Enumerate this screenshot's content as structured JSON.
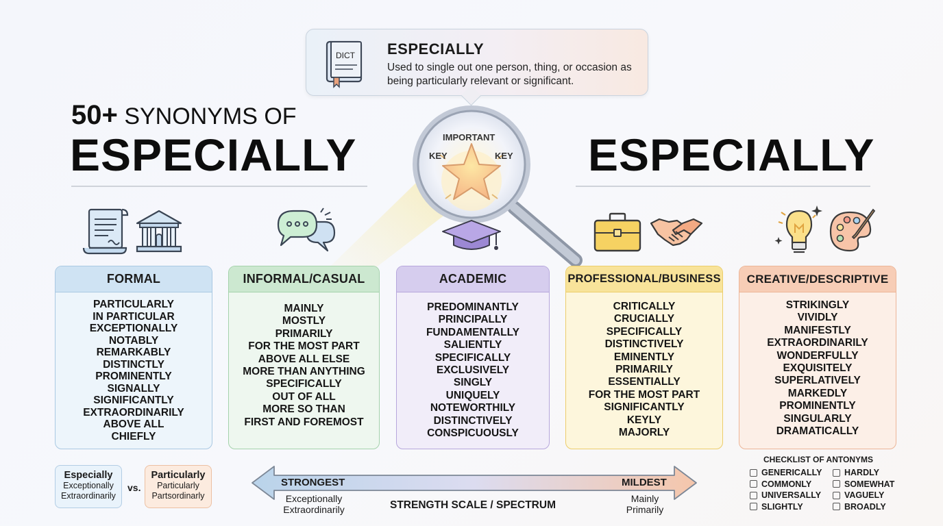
{
  "definition": {
    "icon_label": "DICT",
    "word": "ESPECIALLY",
    "text": "Used to single out one person, thing, or occasion as being particularly relevant or significant."
  },
  "title": {
    "count": "50+",
    "prefix": "SYNONYMS OF",
    "main_word": "ESPECIALLY",
    "right_word": "ESPECIALLY"
  },
  "magnifier": {
    "top_label": "IMPORTANT",
    "left_label": "KEY",
    "right_label": "KEY"
  },
  "icons": {
    "formal": [
      "scroll-document-icon",
      "government-building-icon"
    ],
    "informal": [
      "speech-bubbles-icon"
    ],
    "academic": [
      "graduation-cap-icon"
    ],
    "professional": [
      "briefcase-icon",
      "handshake-icon"
    ],
    "creative": [
      "lightbulb-icon",
      "paint-palette-icon"
    ]
  },
  "categories": [
    {
      "name": "FORMAL",
      "color_head": "#cfe3f3",
      "color_body": "#edf5fb",
      "color_border": "#a9c8e2",
      "words": [
        "PARTICULARLY",
        "IN PARTICULAR",
        "EXCEPTIONALLY",
        "NOTABLY",
        "REMARKABLY",
        "DISTINCTLY",
        "PROMINENTLY",
        "SIGNALLY",
        "SIGNIFICANTLY",
        "EXTRAORDINARILY",
        "ABOVE ALL",
        "CHIEFLY"
      ]
    },
    {
      "name": "INFORMAL/CASUAL",
      "color_head": "#cce8d0",
      "color_body": "#eef7ef",
      "color_border": "#a4d2ab",
      "words": [
        "MAINLY",
        "MOSTLY",
        "PRIMARILY",
        "FOR THE MOST PART",
        "ABOVE ALL ELSE",
        "MORE THAN ANYTHING",
        "SPECIFICALLY",
        "OUT OF ALL",
        "MORE SO THAN",
        "FIRST AND FOREMOST"
      ]
    },
    {
      "name": "ACADEMIC",
      "color_head": "#d6cdee",
      "color_body": "#f1edf9",
      "color_border": "#b6a6dc",
      "words": [
        "PREDOMINANTLY",
        "PRINCIPALLY",
        "FUNDAMENTALLY",
        "SALIENTLY",
        "SPECIFICALLY",
        "EXCLUSIVELY",
        "SINGLY",
        "UNIQUELY",
        "NOTEWORTHILY",
        "DISTINCTIVELY",
        "CONSPICUOUSLY"
      ]
    },
    {
      "name": "PROFESSIONAL/BUSINESS",
      "color_head": "#f8e39a",
      "color_body": "#fdf6dc",
      "color_border": "#eccd6a",
      "words": [
        "CRITICALLY",
        "CRUCIALLY",
        "SPECIFICALLY",
        "DISTINCTIVELY",
        "EMINENTLY",
        "PRIMARILY",
        "ESSENTIALLY",
        "FOR THE MOST PART",
        "SIGNIFICANTLY",
        "KEYLY",
        "MAJORLY"
      ]
    },
    {
      "name": "CREATIVE/DESCRIPTIVE",
      "color_head": "#f7cdb6",
      "color_body": "#fcefe7",
      "color_border": "#ecb597",
      "words": [
        "STRIKINGLY",
        "VIVIDLY",
        "MANIFESTLY",
        "EXTRAORDINARILY",
        "WONDERFULLY",
        "EXQUISITELY",
        "SUPERLATIVELY",
        "MARKEDLY",
        "PROMINENTLY",
        "SINGULARLY",
        "DRAMATICALLY"
      ]
    }
  ],
  "compare": {
    "left": {
      "head": "Especially",
      "sub1": "Exceptionally",
      "sub2": "Extraordinarily"
    },
    "vs": "vs.",
    "right": {
      "head": "Particularly",
      "sub1": "Particularly",
      "sub2": "Partsordinarly"
    }
  },
  "scale": {
    "strongest": "STRONGEST",
    "mildest": "MILDEST",
    "title": "STRENGTH SCALE / SPECTRUM",
    "strong_examples": [
      "Exceptionally",
      "Extraordinarily"
    ],
    "mild_examples": [
      "Mainly",
      "Primarily"
    ]
  },
  "antonyms": {
    "title": "CHECKLIST OF ANTONYMS",
    "col1": [
      "GENERICALLY",
      "COMMONLY",
      "UNIVERSALLY",
      "SLIGHTLY"
    ],
    "col2": [
      "HARDLY",
      "SOMEWHAT",
      "VAGUELY",
      "BROADLY"
    ]
  }
}
